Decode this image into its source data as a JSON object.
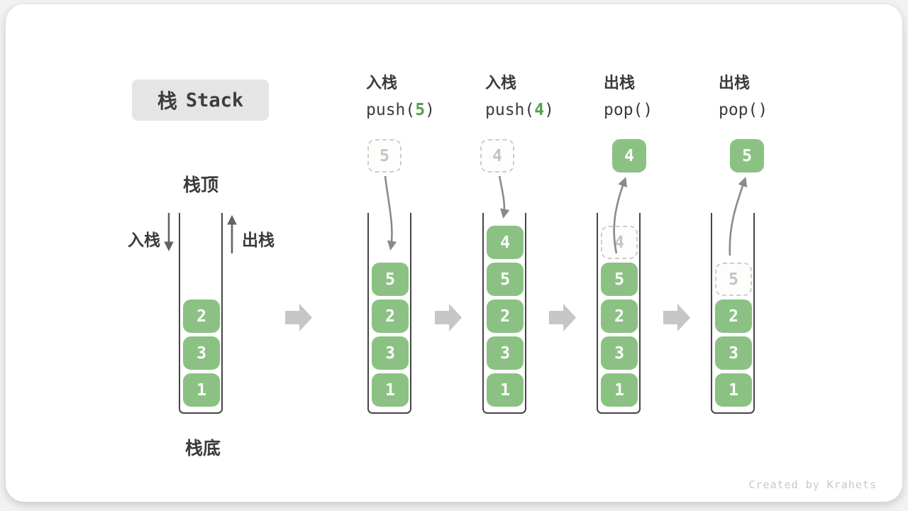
{
  "title": {
    "zh": "栈",
    "en": "Stack"
  },
  "labels": {
    "stack_top": "栈顶",
    "stack_bottom": "栈底",
    "push_direction": "入栈",
    "pop_direction": "出栈"
  },
  "operations": [
    {
      "name": "入栈",
      "code_pre": "push(",
      "code_arg": "5",
      "code_post": ")",
      "float_value": "5"
    },
    {
      "name": "入栈",
      "code_pre": "push(",
      "code_arg": "4",
      "code_post": ")",
      "float_value": "4"
    },
    {
      "name": "出栈",
      "code_pre": "pop(",
      "code_arg": "",
      "code_post": ")",
      "float_value": "4"
    },
    {
      "name": "出栈",
      "code_pre": "pop(",
      "code_arg": "",
      "code_post": ")",
      "float_value": "5"
    }
  ],
  "stacks": [
    {
      "cells": [
        "2",
        "3",
        "1"
      ]
    },
    {
      "cells": [
        "5",
        "2",
        "3",
        "1"
      ]
    },
    {
      "cells": [
        "4",
        "5",
        "2",
        "3",
        "1"
      ]
    },
    {
      "ghost": "4",
      "cells": [
        "5",
        "2",
        "3",
        "1"
      ]
    },
    {
      "ghost": "5",
      "cells": [
        "2",
        "3",
        "1"
      ]
    }
  ],
  "colors": {
    "element_green": "#8BC283",
    "code_arg_green": "#51A14E",
    "curve_arrow_gray": "#8A8A8A",
    "direction_arrow_gray": "#636363",
    "flow_arrow_gray": "#C6C6C6",
    "title_box_bg": "#E5E5E5"
  },
  "watermark": "Created by Krahets"
}
